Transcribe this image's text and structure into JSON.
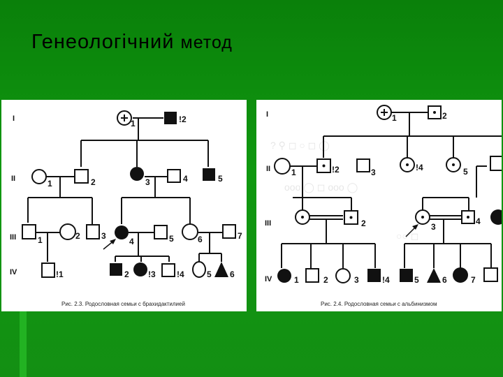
{
  "slide": {
    "title_word1": "Генеологічний",
    "title_word2": "метод",
    "colors": {
      "background": "#0f8c0f",
      "panel": "#ffffff",
      "ink": "#111111"
    }
  },
  "figures": [
    {
      "caption": "Рис. 2.3. Родословная семьи с брахидактилией",
      "generations": [
        "I",
        "II",
        "III",
        "IV"
      ],
      "numbers": {
        "g1": [
          "1",
          "!2"
        ],
        "g2": [
          "1",
          "2",
          "3",
          "4",
          "5"
        ],
        "g3": [
          "1",
          "2",
          "3",
          "4",
          "5",
          "6",
          "7"
        ],
        "g4": [
          "!1",
          "2",
          "!3",
          "!4",
          "5",
          "6"
        ]
      }
    },
    {
      "caption": "Рис. 2.4. Родословная семьи с альбинизмом",
      "generations": [
        "I",
        "II",
        "III",
        "IV"
      ],
      "numbers": {
        "g1": [
          "1",
          "2"
        ],
        "g2": [
          "1",
          "!2",
          "3",
          "!4",
          "5"
        ],
        "g3": [
          "2",
          "3",
          "4"
        ],
        "g4": [
          "1",
          "2",
          "3",
          "!4",
          "5",
          "6",
          "7"
        ]
      }
    }
  ]
}
